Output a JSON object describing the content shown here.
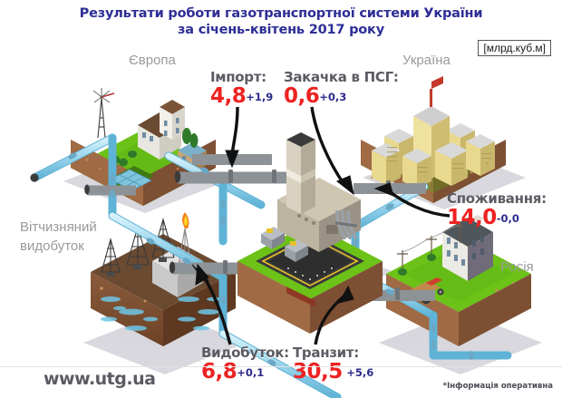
{
  "header": {
    "title_line1": "Результати роботи газотранспортної системи України",
    "title_line2": "за січень-квітень 2017 року",
    "units": "[млрд.куб.м]",
    "title_color": "#2e2e96"
  },
  "regions": {
    "europe": "Європа",
    "ukraine": "Україна",
    "russia": "Росія",
    "domestic_line1": "Вітчизняний",
    "domestic_line2": "видобуток"
  },
  "stats": [
    {
      "key": "import",
      "caption": "Імпорт:",
      "value": "4,8",
      "delta": "+1,9"
    },
    {
      "key": "storage",
      "caption": "Закачка в ПСГ:",
      "value": "0,6",
      "delta": "+0,3"
    },
    {
      "key": "consumption",
      "caption": "Споживання:",
      "value": "14,0",
      "delta": "-0,0"
    },
    {
      "key": "production",
      "caption": "Видобуток:",
      "value": "6,8",
      "delta": "+0,1"
    },
    {
      "key": "transit",
      "caption": "Транзит:",
      "value": "30,5",
      "delta": "+5,6"
    }
  ],
  "footer": {
    "site": "www.utg.ua",
    "note": "*Інформація оперативна"
  },
  "colors": {
    "value_red": "#ee2222",
    "delta_blue": "#2a2a8c",
    "caption_gray": "#5b5b63",
    "region_gray": "#9a9a9a",
    "pipe_blue": "#9fd8ee",
    "pipe_steel": "#c3c6c9",
    "grass": "#6cc217",
    "soil": "#8d5a3b"
  },
  "scene": {
    "islands": [
      {
        "name": "europe-island",
        "features": [
          "windmill",
          "castle",
          "trees",
          "greenhouses"
        ]
      },
      {
        "name": "ukraine-island",
        "features": [
          "skyscrapers",
          "antenna"
        ]
      },
      {
        "name": "russia-island",
        "features": [
          "manor-house",
          "power-lines",
          "tractor",
          "trees"
        ]
      },
      {
        "name": "production-island",
        "features": [
          "drilling-rigs",
          "gas-flare",
          "wellhead-block",
          "gas-deposit"
        ]
      },
      {
        "name": "compressor-station",
        "features": [
          "chimney",
          "plant-building",
          "turbines",
          "platform"
        ]
      }
    ],
    "arrows": [
      "import-arrow",
      "storage-arrow",
      "consumption-arrow",
      "production-arrow",
      "transit-arrow"
    ]
  }
}
